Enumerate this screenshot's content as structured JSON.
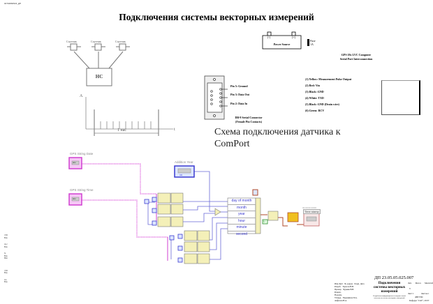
{
  "doc_id": "00704890523_ДП",
  "title": "Подключения системы векторных измерений",
  "hub_diagram": {
    "hub_label": "НС",
    "node_labels": [
      "Спутник",
      "Спутник",
      "Спутник"
    ]
  },
  "pulse_diagram": {
    "y_axis": "A",
    "x_axis": "t",
    "span_label": "1 нас"
  },
  "power": {
    "minus": "(-)",
    "plus": "(+)",
    "label": "Power Source",
    "fuse_label": "Fuse",
    "fuse_rating": "1A"
  },
  "gps_title": [
    "GPS 18x LVC Computer",
    "Serial Port Interconnection"
  ],
  "db9": {
    "pins": [
      "Pin 5: Ground",
      "Pin 3: Data Out",
      "Pin 2: Data In"
    ],
    "caption": [
      "DB-9 Serial Connector",
      "(Female Pin Contacts)"
    ]
  },
  "wires": [
    "(1) Yellow: Measurement Pulse Output",
    "(2) Red: Vin",
    "(3) Black: GND",
    "(4) White: TXD",
    "(5) Black: GND  (Drain wire)",
    "(6) Green: RCV"
  ],
  "caption": "Схема подключения датчика к ComPort",
  "labview": {
    "gps_string_date": "GPS String Date",
    "gps_string_time": "GPS String Time",
    "addition_year": "Addition Year",
    "abc": "abc",
    "i32": "I32",
    "bundle_fields": [
      "day of month",
      "month",
      "year",
      "hour",
      "minute",
      "second"
    ],
    "constant_u": "U",
    "time_stamp": "Time stamp",
    "time_stamp_value": "00:00:00 00/00"
  },
  "left_labels": [
    "I,50 Вф",
    "ф,с Вф",
    "fs Вф Вlм",
    "I,50 Вф",
    "Ао Вф"
  ],
  "stamp": {
    "code": "ДП 23.05.05.025.007",
    "name_lines": [
      "Подключения",
      "системы векторных",
      "измерений"
    ],
    "left_rows": [
      [
        "Изм.Лист",
        "№ докум.",
        "Подп. Дата"
      ],
      [
        "Разраб.",
        "Тарасов В.В.",
        ""
      ],
      [
        "Провер.",
        "Чуркин В.В.",
        ""
      ],
      [
        "Реценз.",
        "",
        ""
      ],
      [
        "Н.контр.",
        "",
        ""
      ],
      [
        "Утверд.",
        "Евдокимов П.А.",
        ""
      ],
      [
        "",
        "Анфалов В.А.",
        ""
      ]
    ],
    "headers": [
      "Лит.",
      "Масса",
      "Масштаб"
    ],
    "lit_value": "У",
    "sheet": "Лист 1",
    "sheets": "Листов 1",
    "org": "ДВГУПС",
    "group": "Кафедра \"САУ\", 2017г",
    "description": "Разработка информационно-измерительной системы на основе векторных измерений"
  }
}
